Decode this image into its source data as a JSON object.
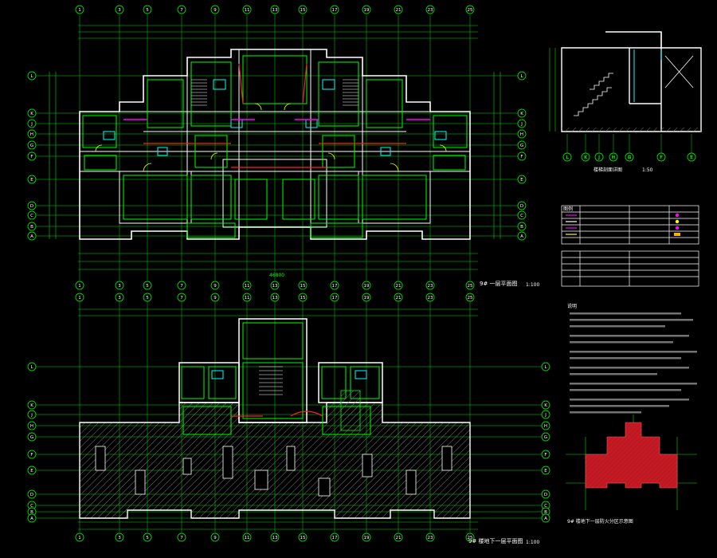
{
  "grid": {
    "top_columns": [
      "1",
      "3",
      "5",
      "7",
      "9",
      "11",
      "13",
      "15",
      "17",
      "19",
      "21",
      "23",
      "25"
    ],
    "bottom_columns": [
      "1",
      "3",
      "5",
      "7",
      "9",
      "11",
      "13",
      "15",
      "17",
      "19",
      "21",
      "23",
      "25"
    ],
    "rows_upper": [
      "L",
      "K",
      "J",
      "H",
      "G",
      "F",
      "E",
      "D",
      "C",
      "B",
      "A"
    ],
    "rows_lower": [
      "L",
      "K",
      "J",
      "H",
      "G",
      "F",
      "E",
      "D",
      "C",
      "B",
      "A"
    ],
    "section_bubbles": [
      "L",
      "K",
      "J",
      "H",
      "G",
      "F",
      "E"
    ]
  },
  "labels": {
    "plan_top_title": "9# 一层平面图",
    "plan_top_scale": "1:100",
    "plan_bottom_title": "9# 楼地下一层平面图",
    "plan_bottom_scale": "1:100",
    "section_title": "楼梯剖面详图",
    "section_scale": "1:50",
    "notes_title": "说明",
    "legend_title": "图例",
    "keyplan_title": "9# 楼地下一层防火分区示意图",
    "dim_total_bottom": "46800"
  },
  "colors": {
    "wall": "#ffffff",
    "room": "#00ff00",
    "grid_line": "#00d800",
    "door": "#ffff00",
    "cyan": "#00ffff",
    "magenta": "#ff00ff",
    "red": "#ff2020",
    "hatch": "#8a8a8a",
    "fire_zone": "#c41a24"
  }
}
